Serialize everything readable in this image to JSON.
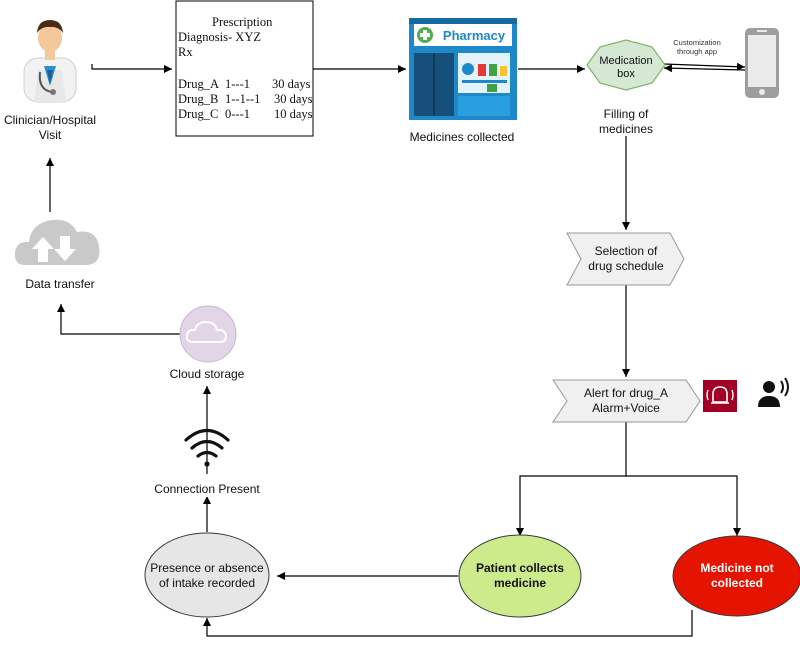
{
  "clinician": {
    "label_line1": "Clinician/Hospital",
    "label_line2": "Visit"
  },
  "prescription": {
    "title": "Prescription",
    "diagnosis": "Diagnosis- XYZ",
    "rx": "Rx",
    "drugs": [
      {
        "name": "Drug_A",
        "dose": "1---1",
        "duration": "30 days"
      },
      {
        "name": "Drug_B",
        "dose": "1--1--1",
        "duration": "30 days"
      },
      {
        "name": "Drug_C",
        "dose": "0---1",
        "duration": "10 days"
      }
    ]
  },
  "pharmacy": {
    "sign": "Pharmacy",
    "caption": "Medicines collected"
  },
  "medication_box": {
    "line1": "Medication",
    "line2": "box",
    "caption_line1": "Filling of",
    "caption_line2": "medicines"
  },
  "app": {
    "line1": "Customization",
    "line2": "through app"
  },
  "schedule": {
    "line1": "Selection of",
    "line2": "drug schedule"
  },
  "alert": {
    "line1": "Alert for drug_A",
    "line2": "Alarm+Voice"
  },
  "patient_collects": {
    "line1": "Patient collects",
    "line2": "medicine"
  },
  "not_collected": {
    "line1": "Medicine not",
    "line2": "collected"
  },
  "presence": {
    "line1": "Presence or absence",
    "line2": "of intake recorded"
  },
  "connection": {
    "label": "Connection Present"
  },
  "cloud": {
    "label": "Cloud storage"
  },
  "transfer": {
    "label": "Data transfer"
  },
  "colors": {
    "hex_fill": "#d5e8d4",
    "hex_stroke": "#82b366",
    "patient_fill": "#cdeb8b",
    "not_collected_fill": "#e51400",
    "presence_fill": "#e6e6e6",
    "cloud_fill": "#e1d5e7",
    "alarm_fill": "#a20025",
    "pharmacy_blue": "#1e88c9"
  }
}
